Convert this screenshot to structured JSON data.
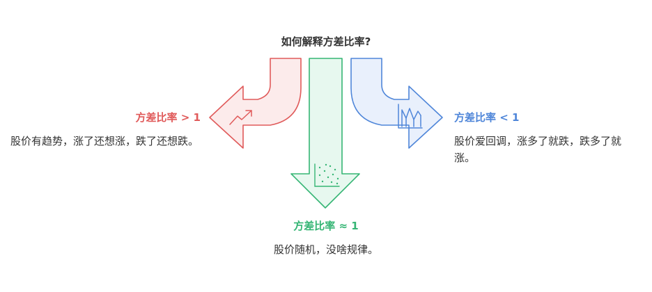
{
  "title": "如何解释方差比率?",
  "colors": {
    "red": "#e05a5a",
    "red_fill": "#fcebeb",
    "blue": "#4f86d9",
    "blue_fill": "#e9f0fc",
    "green": "#35b574",
    "green_fill": "#e7f8ef"
  },
  "branches": {
    "left": {
      "heading": "方差比率 > 1",
      "text": "股价有趋势，涨了还想涨，跌了还想跌。",
      "icon": "trend-up-icon"
    },
    "middle": {
      "heading": "方差比率 ≈ 1",
      "text": "股价随机，没啥规律。",
      "icon": "scatter-icon"
    },
    "right": {
      "heading": "方差比率 < 1",
      "text": "股价爱回调，涨多了就跌，跌多了就涨。",
      "icon": "oscillation-icon"
    }
  }
}
